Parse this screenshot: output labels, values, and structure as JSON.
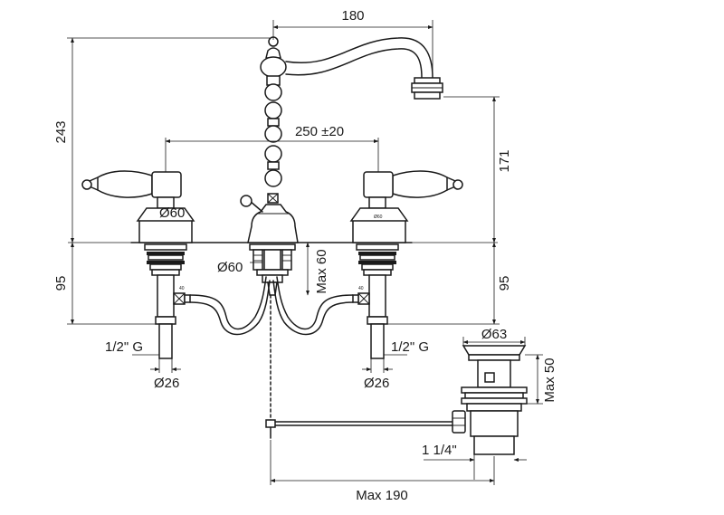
{
  "dimensions": {
    "spout_reach": "180",
    "total_height": "243",
    "handle_spacing": "250 ±20",
    "spout_height": "171",
    "base_diameter_handle": "Ø60",
    "base_diameter_body": "Ø60",
    "max_60": "Max 60",
    "below_deck_left": "95",
    "below_deck_right": "95",
    "thread_left": "1/2\" G",
    "thread_right": "1/2\" G",
    "pipe_diameter_left": "Ø26",
    "pipe_diameter_right": "Ø26",
    "waste_diameter": "Ø63",
    "waste_max_height": "Max 50",
    "waste_thread": "1 1/4\"",
    "rod_length": "Max 190"
  }
}
